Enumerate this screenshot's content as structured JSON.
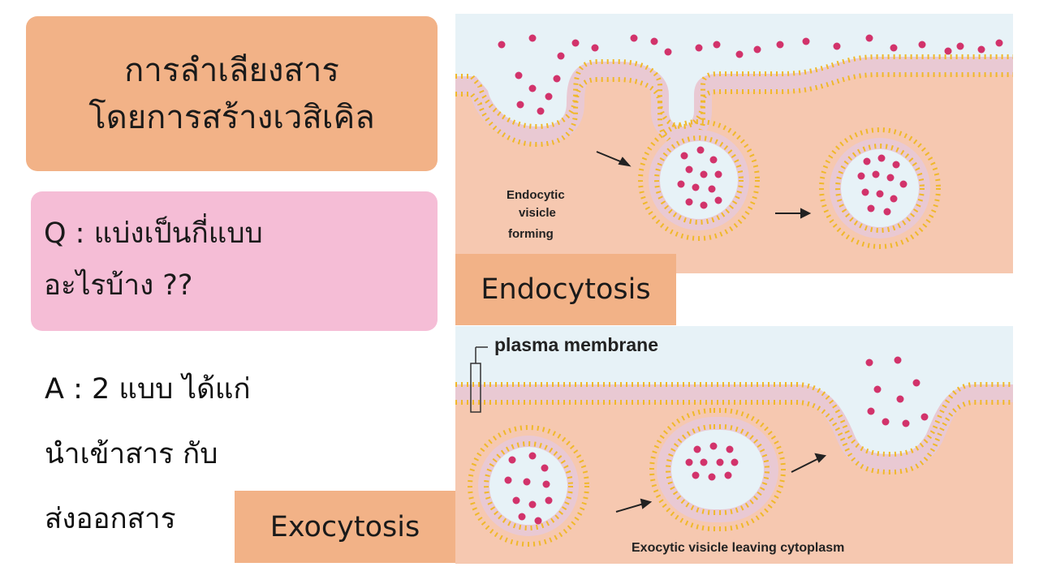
{
  "title": {
    "line1": "การลำเลียงสาร",
    "line2": "โดยการสร้างเวสิเคิล"
  },
  "question": {
    "line1": "Q : แบ่งเป็นกี่แบบ",
    "line2": "อะไรบ้าง ??"
  },
  "answer": {
    "line1": "A : 2 แบบ ได้แก่",
    "line2": "นำเข้าสาร กับ",
    "line3": "ส่งออกสาร"
  },
  "endocytosis": {
    "label": "Endocytosis",
    "caption_line1": "Endocytic",
    "caption_line2": "visicle",
    "caption_line3": "forming"
  },
  "exocytosis": {
    "label": "Exocytosis",
    "membrane_label": "plasma membrane",
    "caption": "Exocytic visicle leaving cytoplasm"
  },
  "colors": {
    "title_bg": "#f2b287",
    "question_bg": "#f5bdd6",
    "cytoplasm": "#f6c8b0",
    "extracellular": "#e7f2f7",
    "membrane_head": "#f0b82a",
    "molecule": "#d2336b"
  }
}
